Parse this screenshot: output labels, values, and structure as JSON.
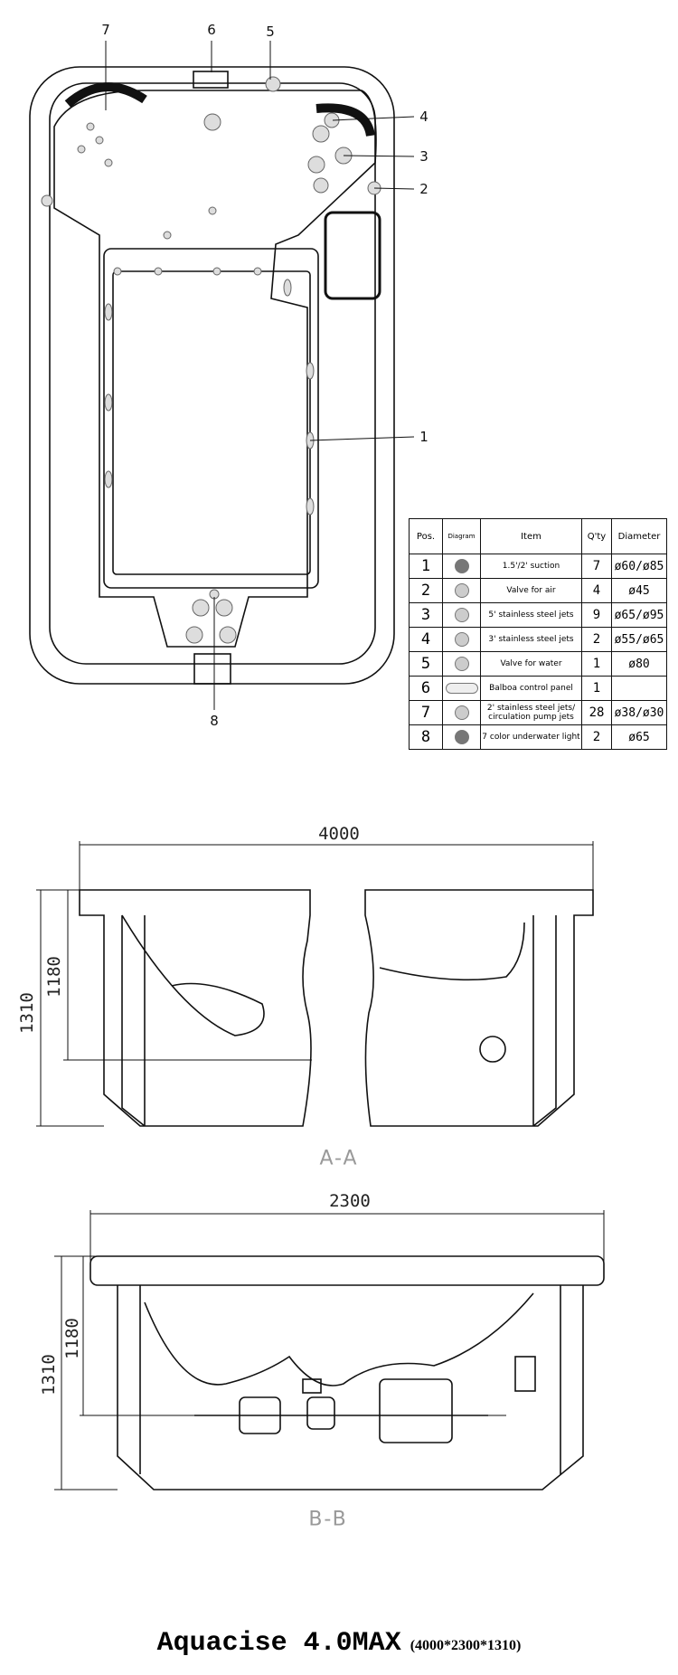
{
  "top_view": {
    "callouts": [
      "1",
      "2",
      "3",
      "4",
      "5",
      "6",
      "7",
      "8"
    ]
  },
  "table": {
    "headers": {
      "pos": "Pos.",
      "diagram": "Diagram",
      "item": "Item",
      "qty": "Q'ty",
      "diameter": "Diameter"
    },
    "rows": [
      {
        "pos": "1",
        "icon": "suction-icon",
        "item": "1.5'/2' suction",
        "qty": "7",
        "diameter": "ø60/ø85"
      },
      {
        "pos": "2",
        "icon": "air-valve-icon",
        "item": "Valve for air",
        "qty": "4",
        "diameter": "ø45"
      },
      {
        "pos": "3",
        "icon": "jet-5in-icon",
        "item": "5' stainless steel jets",
        "qty": "9",
        "diameter": "ø65/ø95"
      },
      {
        "pos": "4",
        "icon": "jet-3in-icon",
        "item": "3' stainless steel jets",
        "qty": "2",
        "diameter": "ø55/ø65"
      },
      {
        "pos": "5",
        "icon": "water-valve-icon",
        "item": "Valve for water",
        "qty": "1",
        "diameter": "ø80"
      },
      {
        "pos": "6",
        "icon": "control-panel-icon",
        "item": "Balboa control panel",
        "qty": "1",
        "diameter": ""
      },
      {
        "pos": "7",
        "icon": "jet-2in-icon",
        "item": "2' stainless steel jets/ circulation pump jets",
        "qty": "28",
        "diameter": "ø38/ø30"
      },
      {
        "pos": "8",
        "icon": "light-icon",
        "item": "7 color underwater light",
        "qty": "2",
        "diameter": "ø65"
      }
    ]
  },
  "section_aa": {
    "width": "4000",
    "height_total": "1310",
    "height_inner": "1180",
    "label": "A-A"
  },
  "section_bb": {
    "width": "2300",
    "height_total": "1310",
    "height_inner": "1180",
    "label": "B-B"
  },
  "title": {
    "model": "Aquacise 4.0MAX",
    "dimensions": "(4000*2300*1310)"
  }
}
